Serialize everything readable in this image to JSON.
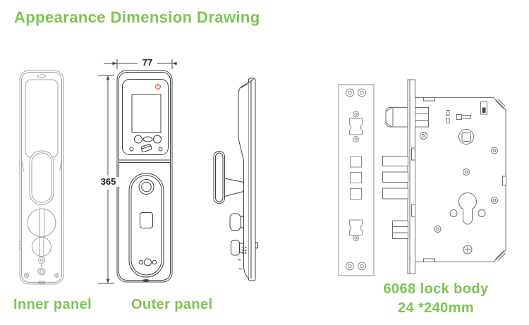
{
  "page": {
    "title": "Appearance Dimension Drawing"
  },
  "dimensions": {
    "outer_panel_width_mm": "77",
    "outer_panel_height_mm": "365"
  },
  "captions": {
    "inner_panel": "Inner panel",
    "outer_panel": "Outer panel",
    "lock_body_model": "6068 lock body",
    "lock_body_size": "24 *240mm"
  },
  "colors": {
    "accent_green": "#7CC452",
    "power_icon_red": "#D94F43",
    "outer_panel_line": "#3F3F3F",
    "inner_panel_line": "#A0A0A0",
    "lock_body_line": "#6E6E6E",
    "strike_plate_line": "#8C8C8C"
  },
  "icons": {
    "power": "power-icon",
    "card_swipe": "card-swipe-icon",
    "fingerprint": "fingerprint-sensor",
    "keyhole": "euro-cylinder-keyhole"
  }
}
